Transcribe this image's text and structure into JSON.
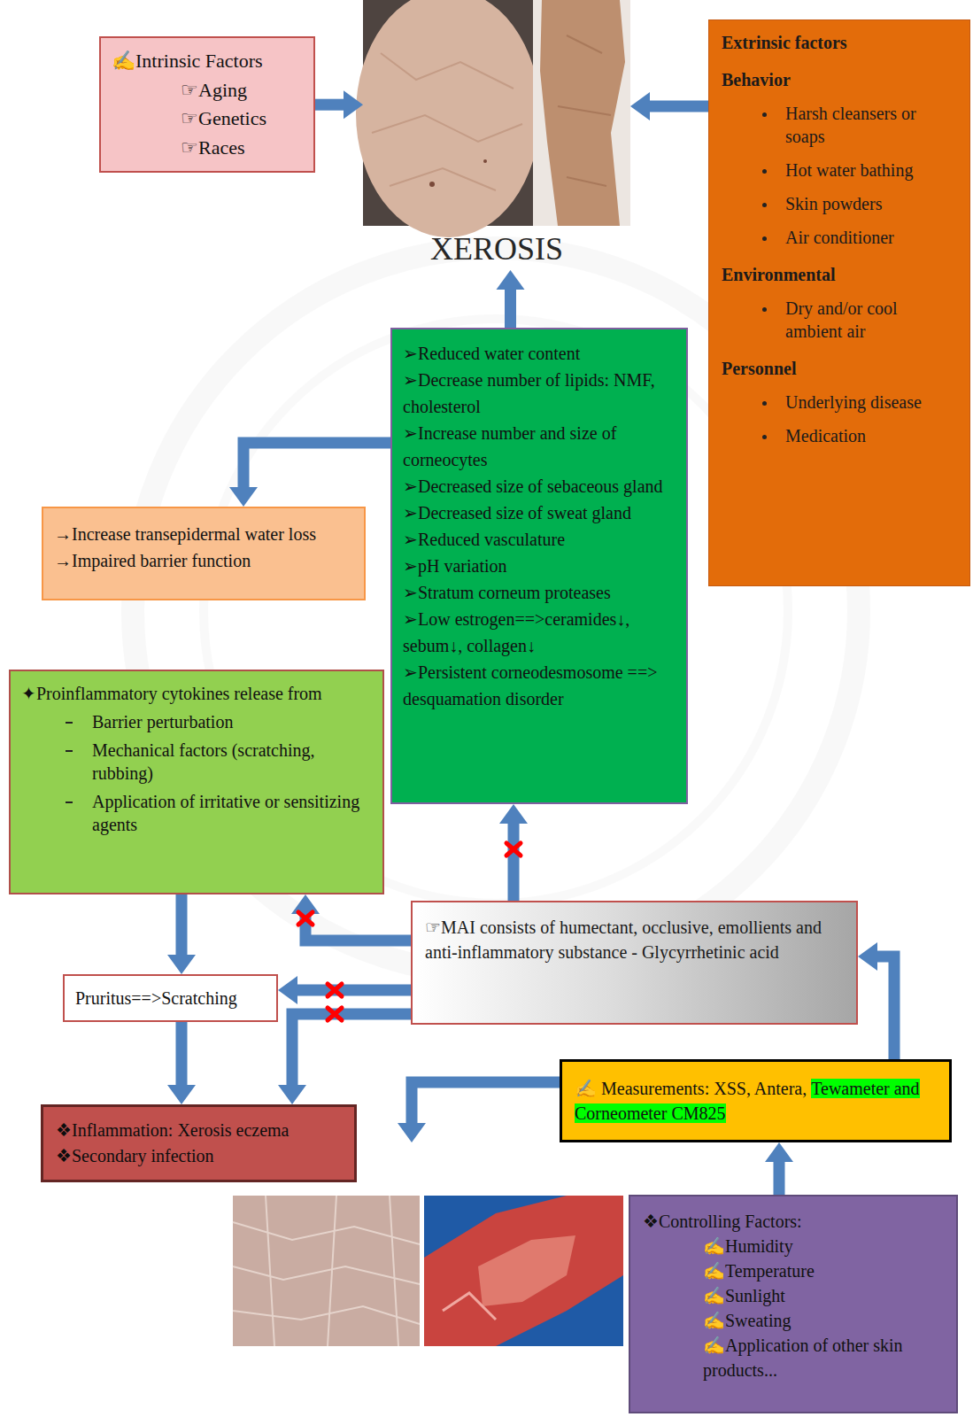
{
  "diagram": {
    "nodes": [
      {
        "text": [
          "✍Intrinsic Factors",
          "☞Aging",
          "☞Genetics",
          "☞Races"
        ]
      },
      {
        "text": [
          "XEROSIS"
        ]
      },
      {
        "text": [
          "Extrinsic factors",
          "Behavior",
          "Harsh cleansers or soaps",
          "Hot water bathing",
          "Skin powders",
          "Air conditioner",
          "Environmental",
          "Dry and/or cool ambient air",
          "Personnel",
          "Underlying disease",
          "Medication"
        ]
      },
      {
        "text": [
          "➢Reduced water content",
          "➢Decrease number of lipids: NMF, cholesterol",
          "➢Increase number and size of corneocytes",
          "➢Decreased size of sebaceous gland",
          "➢Decreased size of sweat gland",
          "➢Reduced vasculature",
          "➢pH variation",
          "➢Stratum corneum proteases",
          "➢Low estrogen==>ceramides↓, sebum↓, collagen↓",
          "➢Persistent corneodesmosome ==> desquamation disorder"
        ]
      },
      {
        "text": [
          "→Increase transepidermal water loss",
          "→Impaired barrier function"
        ]
      },
      {
        "text": [
          "✦Proinflammatory cytokines release from",
          "Barrier perturbation",
          "Mechanical factors (scratching, rubbing)",
          "Application of irritative or sensitizing agents"
        ]
      },
      {
        "text": [
          "Pruritus==>Scratching"
        ]
      },
      {
        "text": [
          "☞MAI consists of humectant, occlusive, emollients and anti-inflammatory substance - Glycyrrhetinic acid"
        ]
      },
      {
        "text": [
          "❖Inflammation: Xerosis eczema",
          "❖Secondary infection"
        ]
      },
      {
        "text": [
          "✍ Measurements: XSS, Antera,",
          "Tewameter and Corneometer CM825"
        ]
      },
      {
        "text": [
          "❖Controlling Factors:",
          "✍Humidity",
          "✍Temperature",
          "✍Sunlight",
          "✍Sweating",
          "✍Application of other skin products..."
        ]
      }
    ],
    "edges": [
      {
        "from": 0,
        "to": 1,
        "arrow": "to"
      },
      {
        "from": 2,
        "to": 1,
        "arrow": "to"
      },
      {
        "from": 3,
        "to": 1,
        "arrow": "to"
      },
      {
        "from": 3,
        "to": 4,
        "arrow": "to"
      },
      {
        "from": 5,
        "to": 6,
        "arrow": "to"
      },
      {
        "from": 6,
        "to": 8,
        "arrow": "to"
      },
      {
        "from": 7,
        "to": 3,
        "arrow": "to"
      },
      {
        "from": 7,
        "to": 5,
        "arrow": "to"
      },
      {
        "from": 7,
        "to": 6,
        "arrow": "to"
      },
      {
        "from": 7,
        "to": 8,
        "arrow": "to"
      },
      {
        "from": 9,
        "to": 7,
        "arrow": "to"
      },
      {
        "from": 10,
        "to": 9,
        "arrow": "to"
      }
    ]
  }
}
